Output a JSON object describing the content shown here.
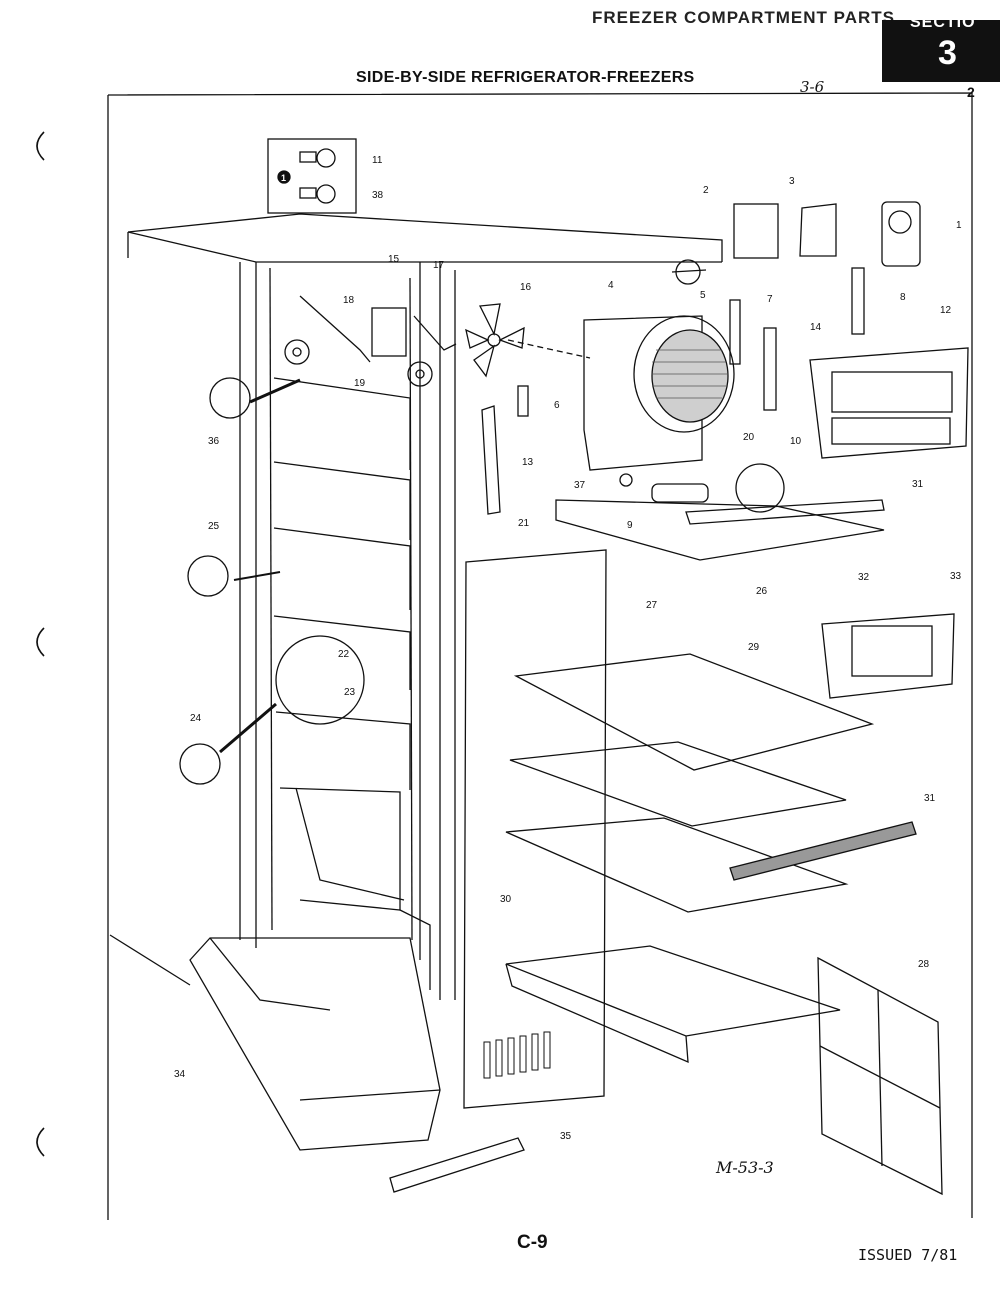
{
  "header": {
    "top_strip": "FREEZER COMPARTMENT PARTS",
    "section_word": "SECTIO",
    "section_number": "3",
    "title": "SIDE-BY-SIDE REFRIGERATOR-FREEZERS",
    "handwritten_ref": "3-6",
    "corner_mark": "2"
  },
  "footer": {
    "page_code": "C-9",
    "issued": "ISSUED 7/81",
    "plate_id": "M-53-3"
  },
  "callouts": [
    {
      "id": "c11",
      "text": "11"
    },
    {
      "id": "c38",
      "text": "38"
    },
    {
      "id": "c1",
      "text": "1"
    },
    {
      "id": "c2",
      "text": "2"
    },
    {
      "id": "c3",
      "text": "3"
    },
    {
      "id": "c4",
      "text": "4"
    },
    {
      "id": "c5",
      "text": "5"
    },
    {
      "id": "c6",
      "text": "6"
    },
    {
      "id": "c7",
      "text": "7"
    },
    {
      "id": "c8",
      "text": "8"
    },
    {
      "id": "c9",
      "text": "9"
    },
    {
      "id": "c10",
      "text": "10"
    },
    {
      "id": "c12",
      "text": "12"
    },
    {
      "id": "c13",
      "text": "13"
    },
    {
      "id": "c14",
      "text": "14"
    },
    {
      "id": "c15",
      "text": "15"
    },
    {
      "id": "c16",
      "text": "16"
    },
    {
      "id": "c17",
      "text": "17"
    },
    {
      "id": "c18",
      "text": "18"
    },
    {
      "id": "c19",
      "text": "19"
    },
    {
      "id": "c20",
      "text": "20"
    },
    {
      "id": "c21",
      "text": "21"
    },
    {
      "id": "c22",
      "text": "22"
    },
    {
      "id": "c23",
      "text": "23"
    },
    {
      "id": "c24",
      "text": "24"
    },
    {
      "id": "c25",
      "text": "25"
    },
    {
      "id": "c26",
      "text": "26"
    },
    {
      "id": "c27",
      "text": "27"
    },
    {
      "id": "c28",
      "text": "28"
    },
    {
      "id": "c29",
      "text": "29"
    },
    {
      "id": "c30",
      "text": "30"
    },
    {
      "id": "c31a",
      "text": "31"
    },
    {
      "id": "c31b",
      "text": "31"
    },
    {
      "id": "c32",
      "text": "32"
    },
    {
      "id": "c33",
      "text": "33"
    },
    {
      "id": "c34",
      "text": "34"
    },
    {
      "id": "c35",
      "text": "35"
    },
    {
      "id": "c36",
      "text": "36"
    },
    {
      "id": "c37",
      "text": "37"
    }
  ],
  "markers": {
    "detail_marker": "1"
  }
}
